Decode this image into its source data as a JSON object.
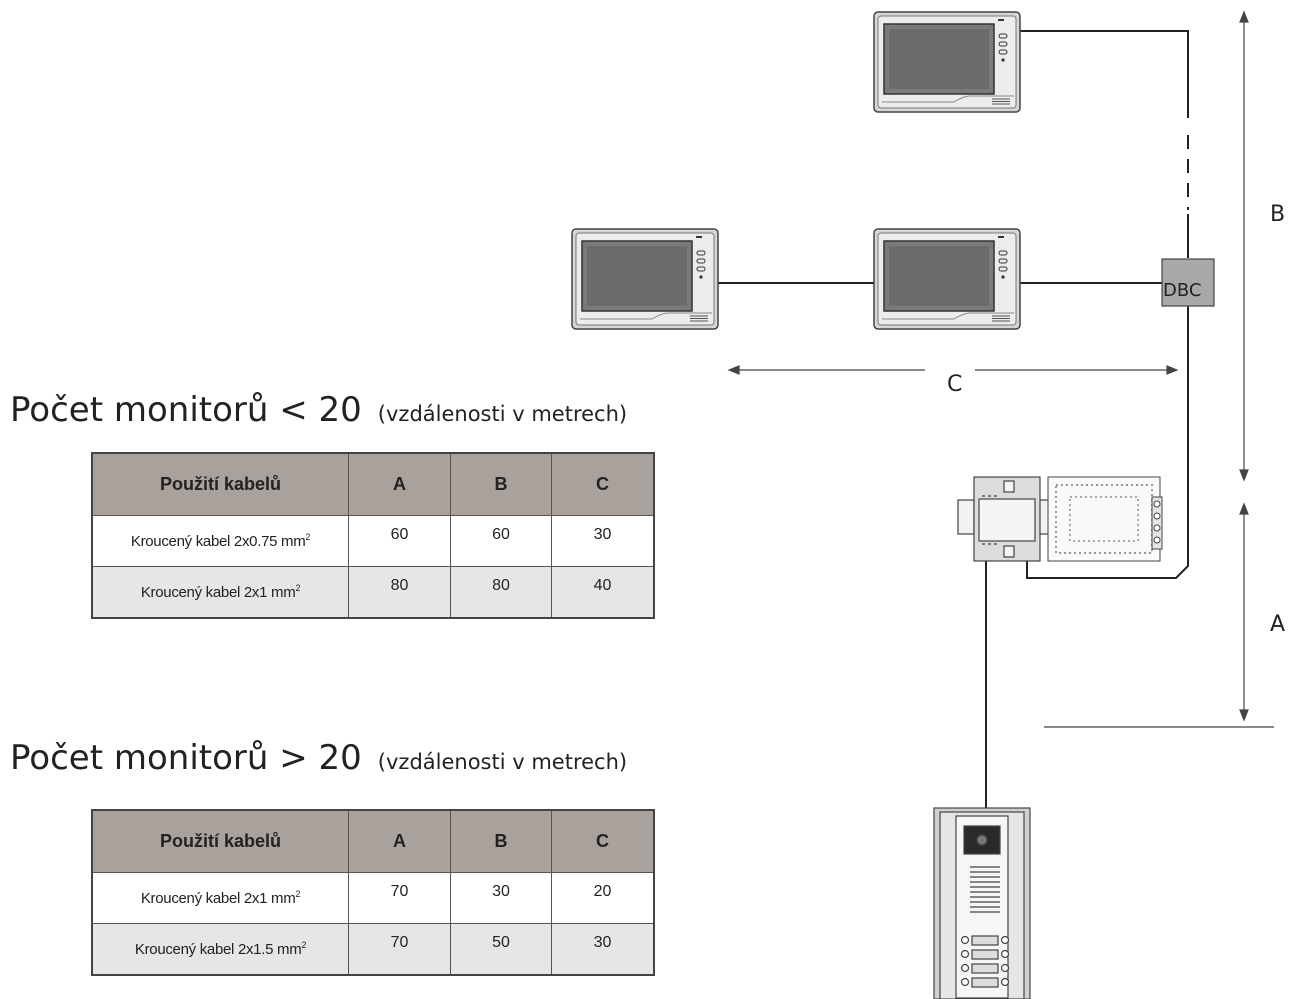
{
  "headings": [
    {
      "main": "Počet monitorů < 20",
      "sub": "(vzdálenosti v metrech)"
    },
    {
      "main": "Počet monitorů > 20",
      "sub": "(vzdálenosti v metrech)"
    }
  ],
  "tables": [
    {
      "headers": [
        "Použití kabelů",
        "A",
        "B",
        "C"
      ],
      "rows": [
        {
          "cable": "Kroucený kabel 2x0.75 mm",
          "sup": "2",
          "a": "60",
          "b": "60",
          "c": "30"
        },
        {
          "cable": "Kroucený kabel 2x1 mm",
          "sup": "2",
          "a": "80",
          "b": "80",
          "c": "40"
        }
      ]
    },
    {
      "headers": [
        "Použití kabelů",
        "A",
        "B",
        "C"
      ],
      "rows": [
        {
          "cable": "Kroucený kabel 2x1 mm",
          "sup": "2",
          "a": "70",
          "b": "30",
          "c": "20"
        },
        {
          "cable": "Kroucený kabel 2x1.5 mm",
          "sup": "2",
          "a": "70",
          "b": "50",
          "c": "30"
        }
      ]
    }
  ],
  "diagram": {
    "dbc_label": "DBC",
    "dimension_labels": {
      "a": "A",
      "b": "B",
      "c": "C"
    }
  }
}
